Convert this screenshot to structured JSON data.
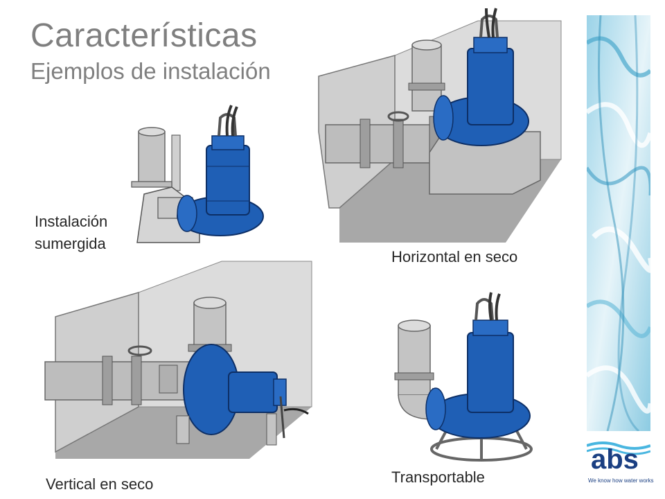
{
  "header": {
    "title": "Características",
    "subtitle": "Ejemplos de instalación"
  },
  "installations": {
    "submerged": {
      "line1": "Instalación",
      "line2": "sumergida"
    },
    "horizontal_dry": "Horizontal en seco",
    "vertical_dry": "Vertical en seco",
    "transportable": "Transportable"
  },
  "brand": {
    "logo_text": "abs",
    "tagline": "We know how water works"
  },
  "colors": {
    "pump_blue": "#1f5fb5",
    "wall_gray": "#c8c8c8",
    "floor_gray": "#a8a8a8",
    "pipe_gray": "#bdbdbd",
    "title_gray": "#7f7f7f",
    "water_light": "#d7eef6",
    "water_mid": "#58b3d3"
  }
}
